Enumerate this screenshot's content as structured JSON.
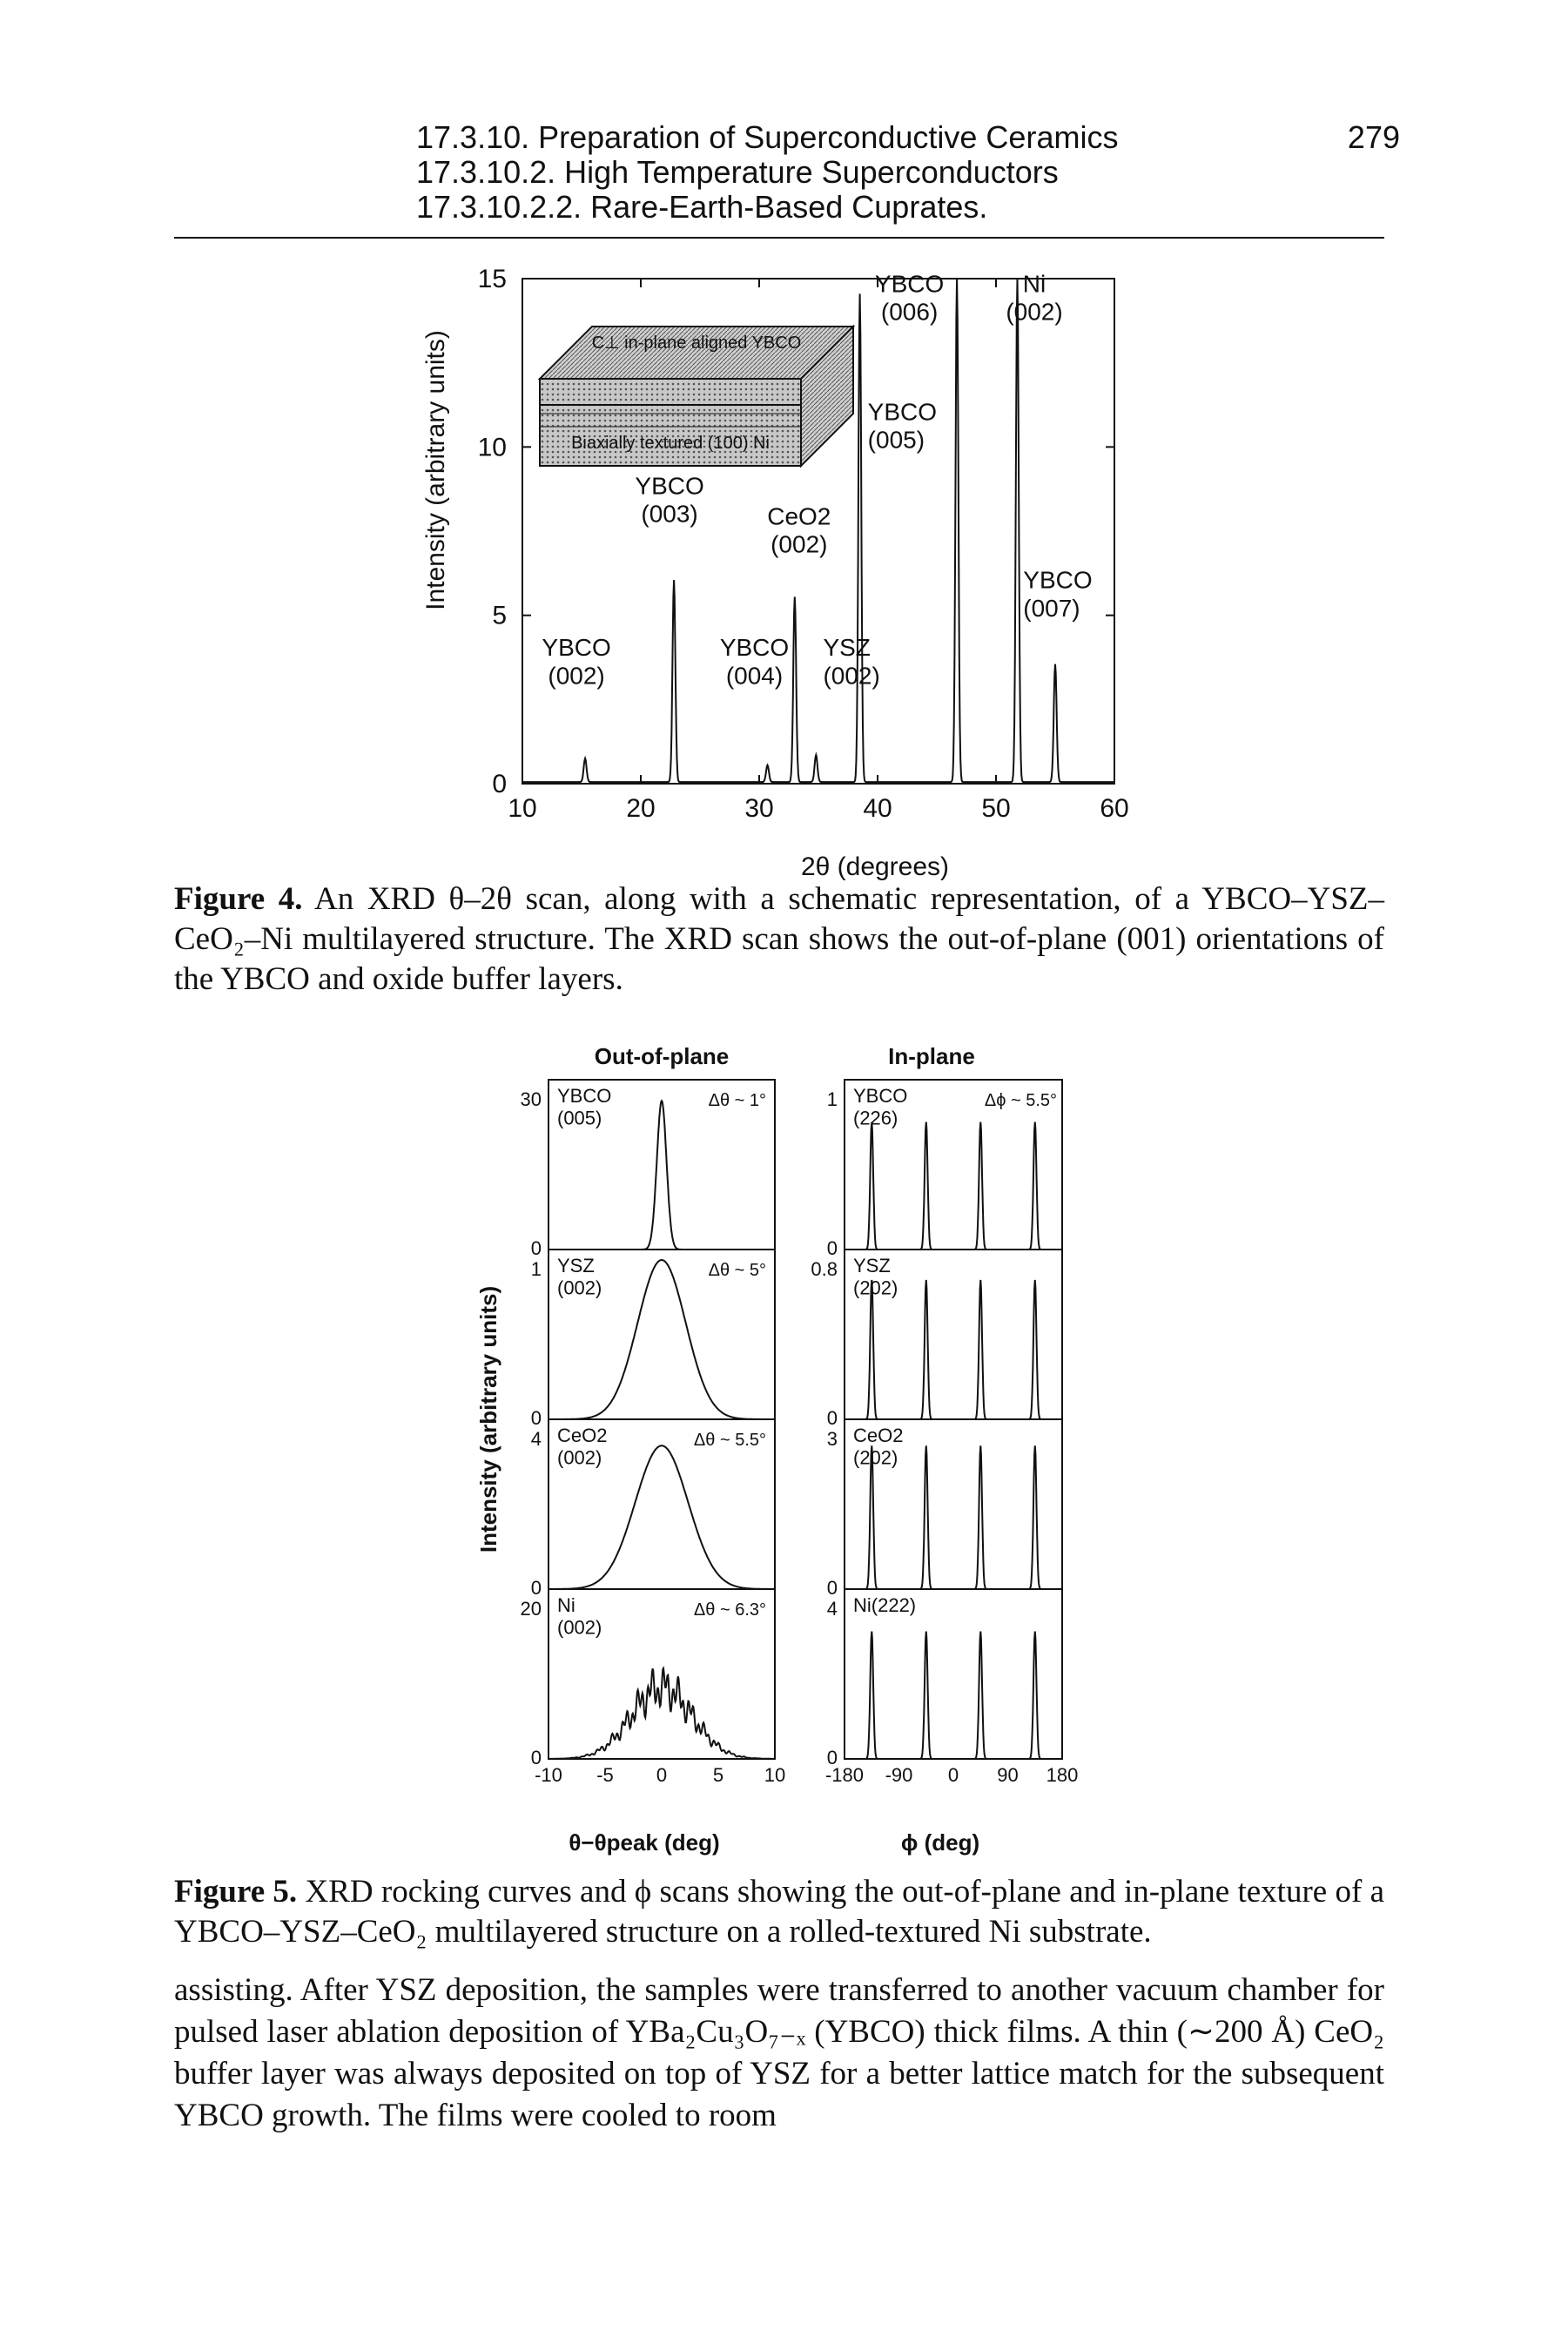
{
  "header": {
    "line1": "17.3.10. Preparation of Superconductive Ceramics",
    "line2": "17.3.10.2. High Temperature Superconductors",
    "line3": "17.3.10.2.2. Rare-Earth-Based Cuprates.",
    "page_number": "279"
  },
  "figure4": {
    "inset_top": "C⊥ in-plane aligned YBCO",
    "inset_bottom": "Biaxially textured (100) Ni",
    "caption_label": "Figure 4.",
    "caption_text": "An XRD θ–2θ scan, along with a schematic representation, of a YBCO–YSZ–CeO₂–Ni multilayered structure. The XRD scan shows the out-of-plane (001) orientations of the YBCO and oxide buffer layers."
  },
  "figure5": {
    "caption_label": "Figure 5.",
    "caption_text": "XRD rocking curves and ϕ scans showing the out-of-plane and in-plane texture of a YBCO–YSZ–CeO₂ multilayered structure on a rolled-textured Ni substrate."
  },
  "body": {
    "paragraph": "assisting. After YSZ deposition, the samples were transferred to another vacuum chamber for pulsed laser ablation deposition of YBa₂Cu₃O₇₋ₓ (YBCO) thick films. A thin (∼200 Å) CeO₂ buffer layer was always deposited on top of YSZ for a better lattice match for the subsequent YBCO growth. The films were cooled to room"
  },
  "chart_data": [
    {
      "type": "line",
      "xlabel": "2θ (degrees)",
      "ylabel": "Intensity (arbitrary units)",
      "xlim": [
        10,
        60
      ],
      "ylim": [
        0,
        15
      ],
      "xticks": [
        "10",
        "20",
        "30",
        "40",
        "50",
        "60"
      ],
      "yticks": [
        "0",
        "5",
        "10",
        "15"
      ],
      "peaks": [
        {
          "label": "YBCO\n(002)",
          "x": 15.3,
          "y": 0.7
        },
        {
          "label": "YBCO\n(003)",
          "x": 22.8,
          "y": 6.0
        },
        {
          "label": "YBCO\n(004)",
          "x": 30.7,
          "y": 0.5
        },
        {
          "label": "CeO2\n(002)",
          "x": 33.0,
          "y": 5.5
        },
        {
          "label": "YSZ\n(002)",
          "x": 34.8,
          "y": 0.8
        },
        {
          "label": "YBCO\n(005)",
          "x": 38.5,
          "y": 14.5
        },
        {
          "label": "YBCO\n(006)",
          "x": 46.7,
          "y": 15.0
        },
        {
          "label": "Ni\n(002)",
          "x": 51.8,
          "y": 15.0
        },
        {
          "label": "YBCO\n(007)",
          "x": 55.0,
          "y": 3.5
        }
      ]
    },
    {
      "type": "line",
      "title": "Out-of-plane",
      "xlabel": "θ−θpeak (deg)",
      "ylabel": "Intensity (arbitrary units)",
      "xlim": [
        -10,
        10
      ],
      "xticks": [
        "-10",
        "-5",
        "0",
        "5",
        "10"
      ],
      "panels": [
        {
          "label": "YBCO\n(005)",
          "fwhm": "Δθ ~ 1°",
          "ylim": [
            0,
            30
          ],
          "yticks": [
            "0",
            "30"
          ],
          "center": 0.0,
          "width": 1.0,
          "peak": 28
        },
        {
          "label": "YSZ\n(002)",
          "fwhm": "Δθ ~ 5°",
          "ylim": [
            0,
            1
          ],
          "yticks": [
            "0",
            "1"
          ],
          "center": 0.0,
          "width": 5.0,
          "peak": 1.0
        },
        {
          "label": "CeO2\n(002)",
          "fwhm": "Δθ ~ 5.5°",
          "ylim": [
            0,
            4
          ],
          "yticks": [
            "0",
            "4"
          ],
          "center": 0.0,
          "width": 5.5,
          "peak": 3.6
        },
        {
          "label": "Ni\n(002)",
          "fwhm": "Δθ ~ 6.3°",
          "ylim": [
            0,
            20
          ],
          "yticks": [
            "0",
            "20"
          ],
          "center": 0.0,
          "width": 6.3,
          "peak": 12
        }
      ]
    },
    {
      "type": "line",
      "title": "In-plane",
      "xlabel": "ϕ (deg)",
      "xlim": [
        -180,
        180
      ],
      "xticks": [
        "-180",
        "-90",
        "0",
        "90",
        "180"
      ],
      "panels": [
        {
          "label": "YBCO\n(226)",
          "fwhm": "Δϕ ~ 5.5°",
          "ylim": [
            0,
            1
          ],
          "yticks": [
            "0",
            "1"
          ],
          "peaks_at": [
            -135,
            -45,
            45,
            135
          ],
          "peak": 0.8
        },
        {
          "label": "YSZ\n(202)",
          "fwhm": "",
          "ylim": [
            0,
            0.8
          ],
          "yticks": [
            "0",
            "0.8"
          ],
          "peaks_at": [
            -135,
            -45,
            45,
            135
          ],
          "peak": 0.7
        },
        {
          "label": "CeO2\n(202)",
          "fwhm": "",
          "ylim": [
            0,
            3
          ],
          "yticks": [
            "0",
            "3"
          ],
          "peaks_at": [
            -135,
            -45,
            45,
            135
          ],
          "peak": 2.7
        },
        {
          "label": "Ni(222)",
          "fwhm": "",
          "ylim": [
            0,
            4
          ],
          "yticks": [
            "0",
            "4"
          ],
          "peaks_at": [
            -135,
            -45,
            45,
            135
          ],
          "peak": 3.2
        }
      ]
    }
  ]
}
